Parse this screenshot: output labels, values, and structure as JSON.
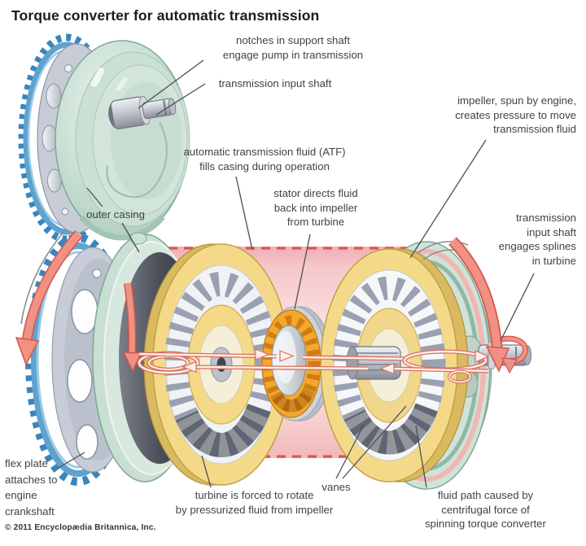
{
  "title": "Torque converter for automatic transmission",
  "copyright": "© 2011 Encyclopædia Britannica, Inc.",
  "callouts": {
    "notches": {
      "text": "notches in support shaft\nengage pump in transmission"
    },
    "input_shaft": {
      "text": "transmission input shaft"
    },
    "atf": {
      "text": "automatic transmission fluid (ATF)\nfills casing during operation"
    },
    "stator": {
      "text": "stator directs fluid\nback into impeller\nfrom turbine"
    },
    "outer_casing": {
      "text": "outer casing"
    },
    "impeller": {
      "text": "impeller, spun by engine,\ncreates pressure to move\ntransmission fluid"
    },
    "splines": {
      "text": "transmission\ninput shaft\nengages splines\nin turbine"
    },
    "flex_plate": {
      "text": "flex plate\nattaches to\nengine\ncrankshaft"
    },
    "turbine": {
      "text": "turbine is forced to rotate\nby pressurized fluid from impeller"
    },
    "vanes": {
      "text": "vanes"
    },
    "fluid_path": {
      "text": "fluid path caused by\ncentrifugal force of\nspinning torque converter"
    }
  },
  "colors": {
    "casing_teal": "#cde2d7",
    "flex_plate_blue": "#4a94c8",
    "turbine_yellow": "#f4da88",
    "stator_orange": "#f3a72e",
    "fluid_band_pink": "#f7cfd0",
    "dashed_border_red": "#e25353",
    "rotation_arrow_red": "#f09183",
    "flow_arrow_salmon": "#d96f60",
    "metal_grey": "#c7ccd6",
    "label_text": "#3f4347"
  }
}
